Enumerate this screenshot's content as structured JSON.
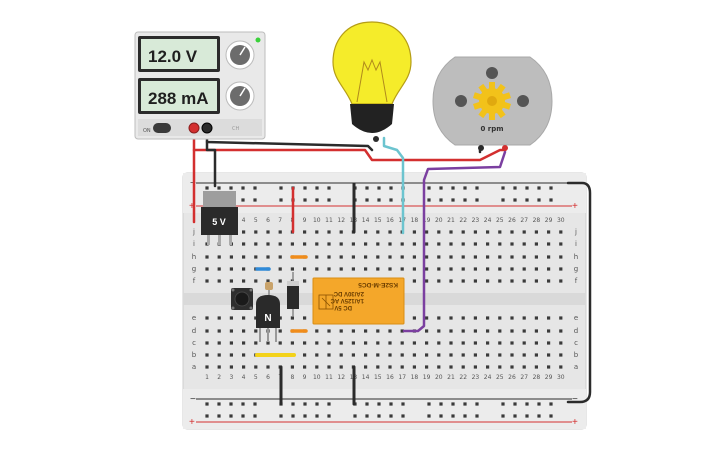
{
  "power_supply": {
    "voltage_display": "12.0 V",
    "current_display": "288 mA",
    "on_label": "ON",
    "ch_label": "CH"
  },
  "regulator": {
    "label": "5 V"
  },
  "transistor": {
    "label": "N"
  },
  "motor": {
    "speed": "0 rpm"
  },
  "relay": {
    "part": "KS2E-M-DC5",
    "coil": "DC 5V",
    "rating1": "1A/125V AC",
    "rating2": "2A/30V DC"
  },
  "breadboard": {
    "columns": [
      "1",
      "2",
      "3",
      "4",
      "5",
      "6",
      "7",
      "8",
      "9",
      "10",
      "11",
      "12",
      "13",
      "14",
      "15",
      "16",
      "17",
      "18",
      "19",
      "20",
      "21",
      "22",
      "23",
      "24",
      "25",
      "26",
      "27",
      "28",
      "29",
      "30"
    ],
    "rows_top": [
      "j",
      "i",
      "h",
      "g",
      "f"
    ],
    "rows_bottom": [
      "e",
      "d",
      "c",
      "b",
      "a"
    ],
    "plus": "+",
    "minus": "−"
  },
  "colors": {
    "wire_red": "#d32f2f",
    "wire_black": "#2b2b2b",
    "wire_cyan": "#6cc4cf",
    "wire_purple": "#7b3fa0",
    "relay_body": "#f4a72a",
    "bulb": "#f5ec2a"
  }
}
